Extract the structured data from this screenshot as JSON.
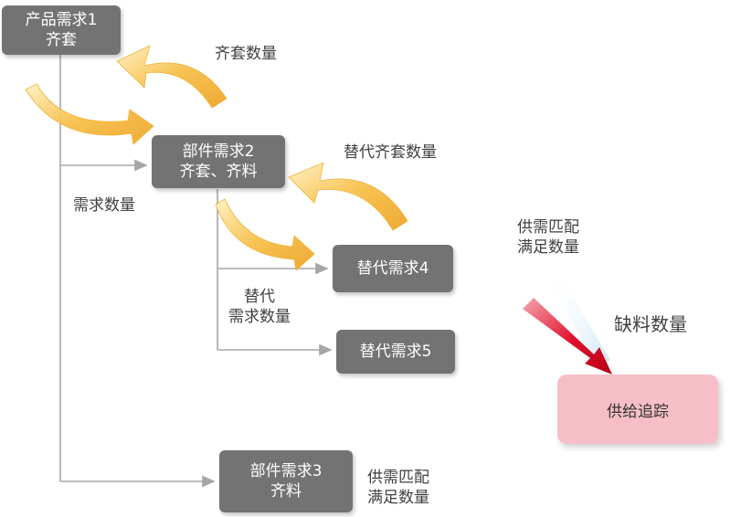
{
  "colors": {
    "box_fill": "#737373",
    "box_text": "#ffffff",
    "connector": "#a6a6a6",
    "curved_arrow": "#f5b93c",
    "target_fill": "#f6bfc7",
    "shortage_arrow": "#d9001b"
  },
  "nodes": {
    "product_demand": {
      "line1": "产品需求1",
      "line2": "齐套"
    },
    "part_demand_2": {
      "line1": "部件需求2",
      "line2": "齐套、齐料"
    },
    "substitute_demand_4": {
      "line1": "替代需求4"
    },
    "substitute_demand_5": {
      "line1": "替代需求5"
    },
    "part_demand_3": {
      "line1": "部件需求3",
      "line2": "齐料"
    },
    "supply_tracking": {
      "line1": "供给追踪"
    }
  },
  "labels": {
    "kit_quantity": "齐套数量",
    "substitute_kit_quantity": "替代齐套数量",
    "demand_quantity": "需求数量",
    "substitute_demand_line1": "替代",
    "substitute_demand_line2": "需求数量",
    "match_right_line1": "供需匹配",
    "match_right_line2": "满足数量",
    "match_bottom_line1": "供需匹配",
    "match_bottom_line2": "满足数量",
    "shortage_quantity": "缺料数量"
  }
}
